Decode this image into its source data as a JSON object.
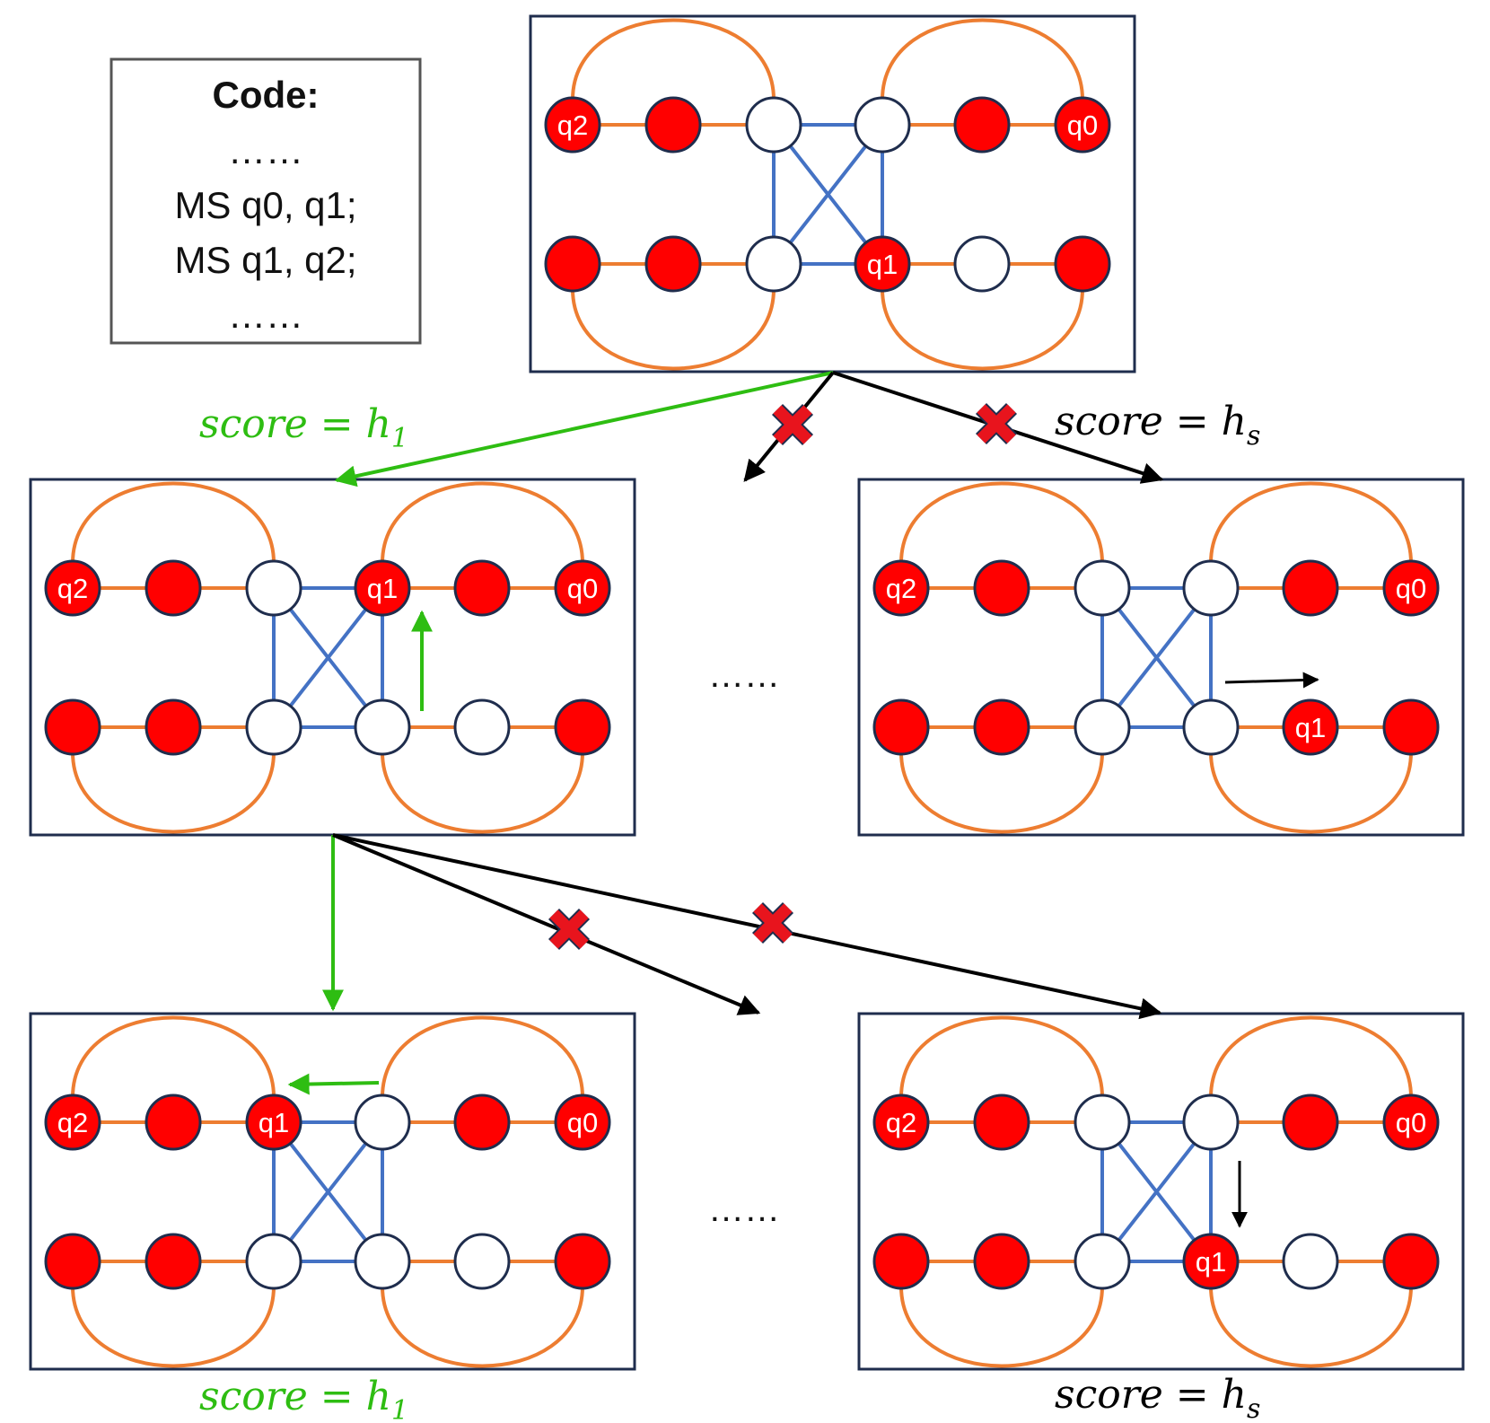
{
  "code_box": {
    "title": "Code:",
    "lines": [
      "……",
      "MS q0, q1;",
      "MS q1, q2;",
      "……"
    ]
  },
  "ellipsis": "……",
  "colors": {
    "filled_node": "#ff0000",
    "node_stroke": "#1f2d4d",
    "orange_edge": "#ed7d31",
    "blue_edge": "#4472c4",
    "frame": "#1f2d4d",
    "selected": "#2ebd12",
    "rejected": "#000000",
    "cross": "#e8141d"
  },
  "layouts": [
    {
      "id": "root",
      "top": [
        "q2",
        "F",
        "E",
        "E",
        "F",
        "q0"
      ],
      "bottom": [
        "F",
        "F",
        "E",
        "q1",
        "E",
        "F"
      ]
    },
    {
      "id": "level1-best",
      "top": [
        "q2",
        "F",
        "E",
        "q1",
        "F",
        "q0"
      ],
      "bottom": [
        "F",
        "F",
        "E",
        "E",
        "E",
        "F"
      ]
    },
    {
      "id": "level1-other",
      "top": [
        "q2",
        "F",
        "E",
        "E",
        "F",
        "q0"
      ],
      "bottom": [
        "F",
        "F",
        "E",
        "E",
        "q1",
        "F"
      ]
    },
    {
      "id": "level2-best",
      "top": [
        "q2",
        "F",
        "q1",
        "E",
        "F",
        "q0"
      ],
      "bottom": [
        "F",
        "F",
        "E",
        "E",
        "E",
        "F"
      ]
    },
    {
      "id": "level2-other",
      "top": [
        "q2",
        "F",
        "E",
        "E",
        "F",
        "q0"
      ],
      "bottom": [
        "F",
        "F",
        "E",
        "q1",
        "E",
        "F"
      ]
    }
  ],
  "scores": {
    "level1_best": {
      "prefix": "score = h",
      "sub": "1"
    },
    "level1_other": {
      "prefix": "score = h",
      "sub": "s"
    },
    "level2_best": {
      "prefix": "score = h",
      "sub": "1"
    },
    "level2_other": {
      "prefix": "score = h",
      "sub": "s"
    }
  }
}
